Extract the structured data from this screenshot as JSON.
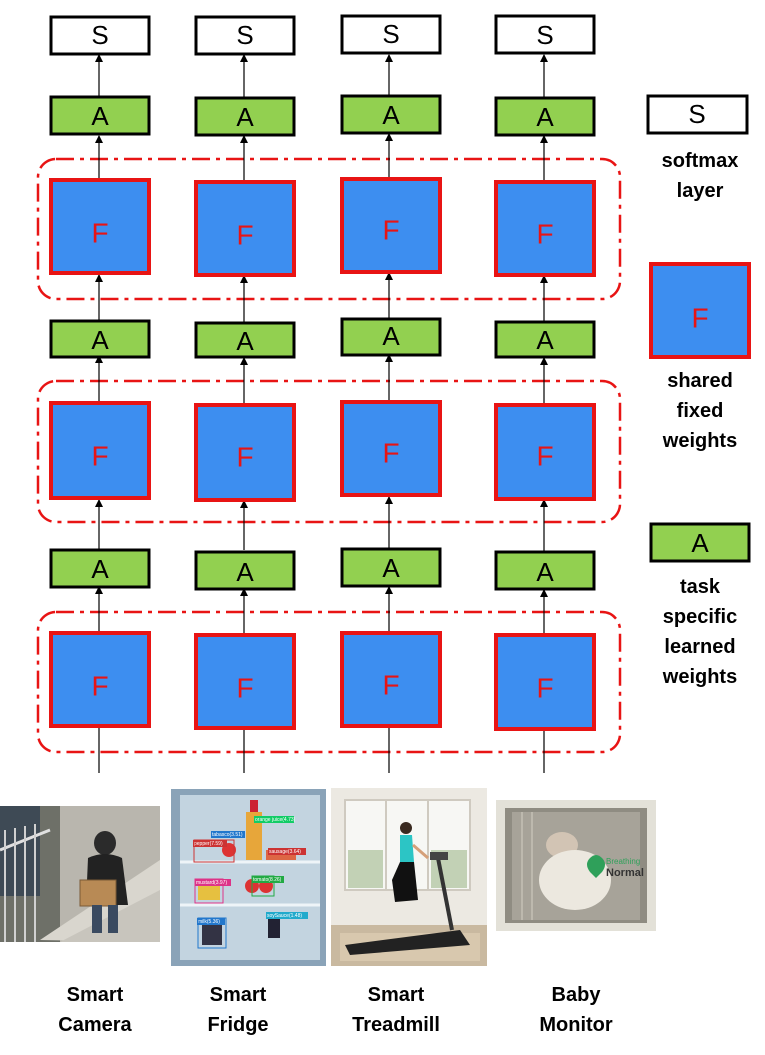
{
  "columns": [
    {
      "s": "S",
      "a1": "A",
      "f1": "F",
      "a2": "A",
      "f2": "F",
      "a3": "A",
      "f3": "F",
      "device_line1": "Smart",
      "device_line2": "Camera"
    },
    {
      "s": "S",
      "a1": "A",
      "f1": "F",
      "a2": "A",
      "f2": "F",
      "a3": "A",
      "f3": "F",
      "device_line1": "Smart",
      "device_line2": "Fridge"
    },
    {
      "s": "S",
      "a1": "A",
      "f1": "F",
      "a2": "A",
      "f2": "F",
      "a3": "A",
      "f3": "F",
      "device_line1": "Smart",
      "device_line2": "Treadmill"
    },
    {
      "s": "S",
      "a1": "A",
      "f1": "F",
      "a2": "A",
      "f2": "F",
      "a3": "A",
      "f3": "F",
      "device_line1": "Baby",
      "device_line2": "Monitor"
    }
  ],
  "legend": {
    "softmax": {
      "symbol": "S",
      "line1": "softmax",
      "line2": "layer"
    },
    "shared": {
      "symbol": "F",
      "line1": "shared",
      "line2": "fixed",
      "line3": "weights"
    },
    "task": {
      "symbol": "A",
      "line1": "task",
      "line2": "specific",
      "line3": "learned",
      "line4": "weights"
    }
  },
  "fridge_detections": {
    "labels": [
      "orange juice(4.73)",
      "tabasco(3.51)",
      "pepper(7.59)",
      "sausage(3.64)",
      "mustard(3.97)",
      "tomato(8.26)",
      "milk(5.36)",
      "soySauce(1.48)"
    ]
  },
  "baby_monitor": {
    "status_label": "Breathing",
    "status_value": "Normal"
  },
  "colors": {
    "softmax_fill": "#ffffff",
    "softmax_border": "#000000",
    "adapter_fill": "#92d050",
    "adapter_border": "#000000",
    "frozen_fill": "#3d8ef0",
    "frozen_border": "#e81414",
    "group_border": "#e81414",
    "f_text": "#e81414"
  }
}
